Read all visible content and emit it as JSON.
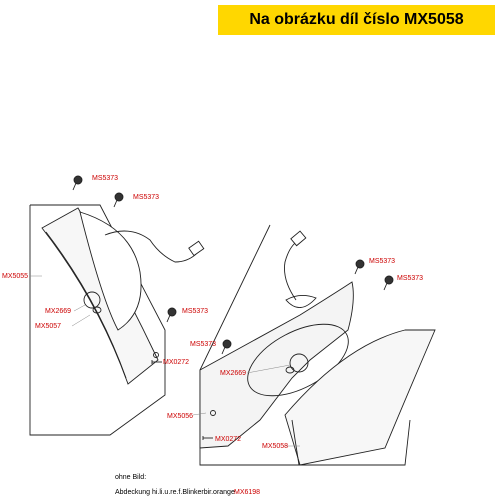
{
  "banner": {
    "text": "Na obrázku díl číslo MX5058",
    "color": "#ffd700"
  },
  "parts": {
    "ms5373_a": "MS5373",
    "ms5373_b": "MS5373",
    "mx5055": "MX5055",
    "mx2669_left": "MX2669",
    "mx5057": "MX5057",
    "ms5373_c": "MS5373",
    "mx0272_left": "MX0272",
    "ms5373_d": "MS5373",
    "ms5373_e": "MS5373",
    "ms5373_f": "MS5373",
    "mx2669_right": "MX2669",
    "mx5056": "MX5056",
    "mx0272_right": "MX0272",
    "mx5058": "MX5058"
  },
  "footer": {
    "ohne_bild": "ohne Bild:",
    "abdeckung": "Abdeckung hi.li.u.re.f.Blinkerbir.orange",
    "abdeckung_part": "MX6198"
  },
  "label_color": "#cc0000"
}
